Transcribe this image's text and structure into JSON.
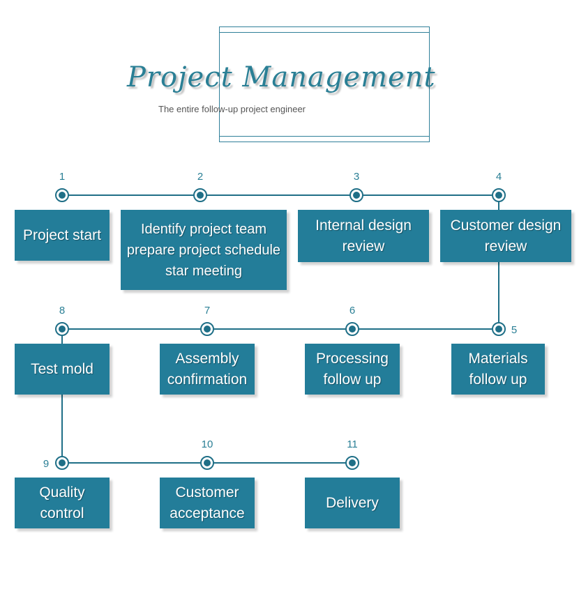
{
  "header": {
    "title": "Project Management",
    "subtitle": "The entire follow-up project engineer"
  },
  "steps": [
    {
      "number": "1",
      "label": "Project start"
    },
    {
      "number": "2",
      "label": "Identify project team\nprepare project schedule\nstar meeting"
    },
    {
      "number": "3",
      "label": "Internal design\nreview"
    },
    {
      "number": "4",
      "label": "Customer design\nreview"
    },
    {
      "number": "5",
      "label": "Materials\nfollow up"
    },
    {
      "number": "6",
      "label": "Processing\nfollow up"
    },
    {
      "number": "7",
      "label": "Assembly\nconfirmation"
    },
    {
      "number": "8",
      "label": "Test mold"
    },
    {
      "number": "9",
      "label": "Quality\ncontrol"
    },
    {
      "number": "10",
      "label": "Customer\nacceptance"
    },
    {
      "number": "11",
      "label": "Delivery"
    }
  ],
  "colors": {
    "box": "#237d99",
    "line": "#1f6f87",
    "title": "#2a7f95"
  }
}
